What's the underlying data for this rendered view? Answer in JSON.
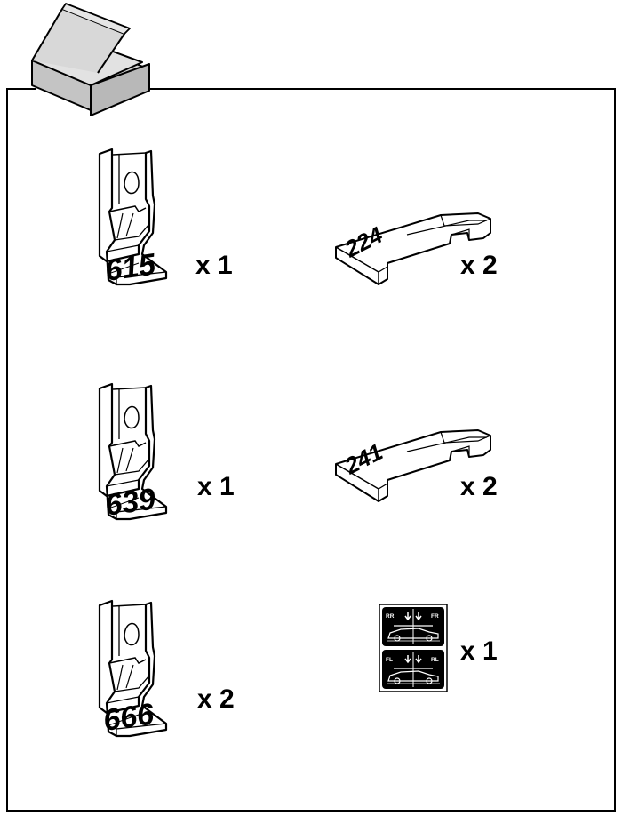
{
  "brackets": [
    {
      "code": "615",
      "quantity": "x 1"
    },
    {
      "code": "639",
      "quantity": "x 1"
    },
    {
      "code": "666",
      "quantity": "x 2"
    }
  ],
  "pads": [
    {
      "code": "224",
      "quantity": "x 2"
    },
    {
      "code": "241",
      "quantity": "x 2"
    }
  ],
  "sticker": {
    "labels": [
      "RR",
      "FR",
      "FL",
      "RL"
    ],
    "quantity": "x 1"
  }
}
